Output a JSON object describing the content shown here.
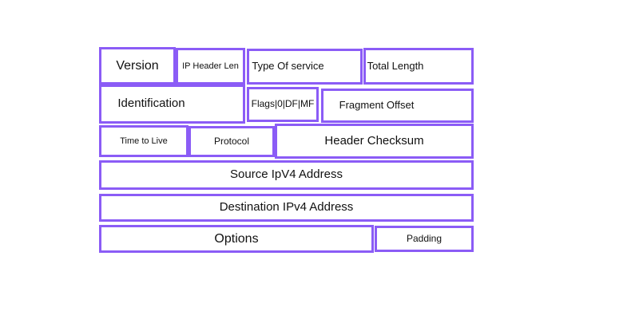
{
  "colors": {
    "border": "#8b5cf6",
    "text": "#111111",
    "background": "#ffffff"
  },
  "diagram": {
    "rows": [
      {
        "cells": [
          {
            "label": "Version"
          },
          {
            "label": "IP Header Len"
          },
          {
            "label": "Type Of service"
          },
          {
            "label": "Total Length"
          }
        ]
      },
      {
        "cells": [
          {
            "label": "Identification"
          },
          {
            "label": "Flags|0|DF|MF"
          },
          {
            "label": "Fragment Offset"
          }
        ]
      },
      {
        "cells": [
          {
            "label": "Time to Live"
          },
          {
            "label": "Protocol"
          },
          {
            "label": "Header Checksum"
          }
        ]
      },
      {
        "cells": [
          {
            "label": "Source IpV4 Address"
          }
        ]
      },
      {
        "cells": [
          {
            "label": "Destination IPv4 Address"
          }
        ]
      },
      {
        "cells": [
          {
            "label": "Options"
          },
          {
            "label": "Padding"
          }
        ]
      }
    ]
  }
}
